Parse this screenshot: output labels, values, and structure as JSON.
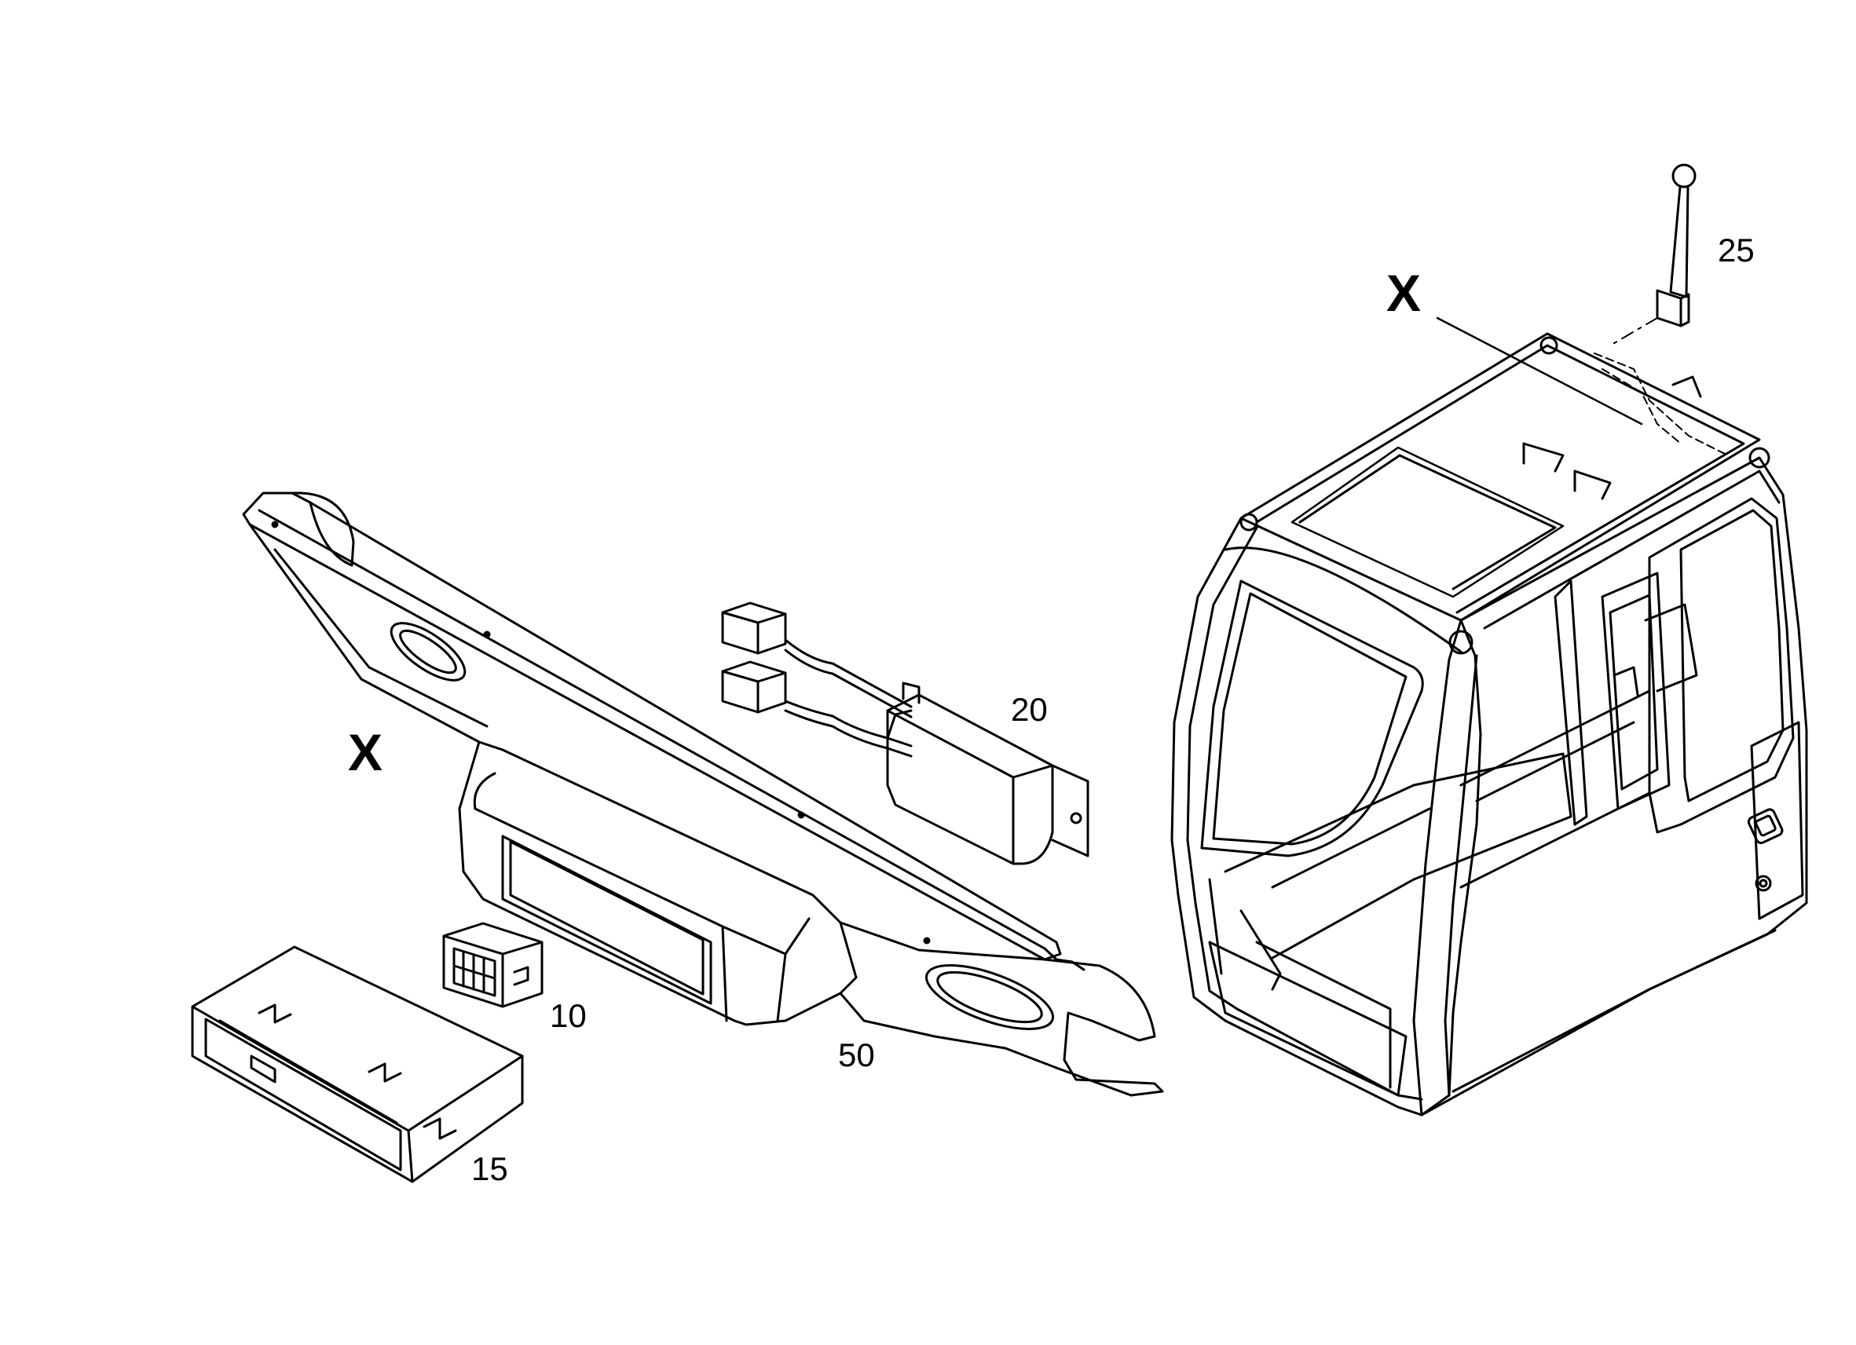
{
  "labels": {
    "part_10": "10",
    "part_15": "15",
    "part_20": "20",
    "part_25": "25",
    "part_50": "50",
    "detail_x_left": "X",
    "detail_x_right": "X"
  },
  "colors": {
    "ink": "#000000",
    "paper": "#ffffff"
  }
}
